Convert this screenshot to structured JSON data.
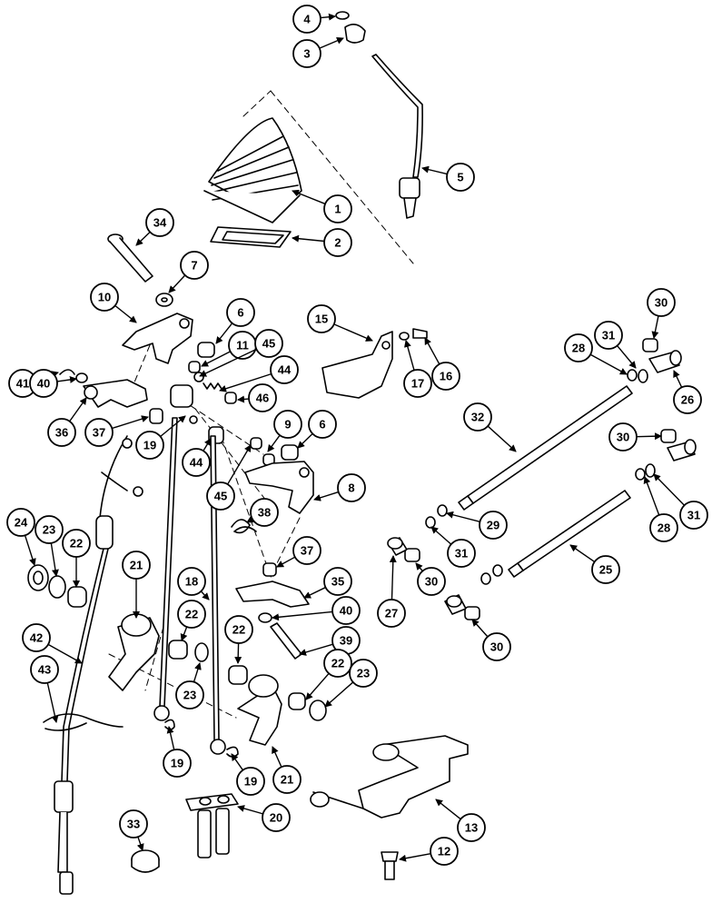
{
  "diagram": {
    "callout_labels": {
      "c1": "1",
      "c2": "2",
      "c3": "3",
      "c4": "4",
      "c5": "5",
      "c6a": "6",
      "c6b": "6",
      "c7": "7",
      "c8": "8",
      "c9": "9",
      "c10": "10",
      "c11": "11",
      "c12": "12",
      "c13": "13",
      "c15": "15",
      "c16": "16",
      "c17": "17",
      "c18": "18",
      "c19a": "19",
      "c19b": "19",
      "c19c": "19",
      "c20": "20",
      "c21a": "21",
      "c21b": "21",
      "c22a": "22",
      "c22b": "22",
      "c22c": "22",
      "c22d": "22",
      "c23a": "23",
      "c23b": "23",
      "c23c": "23",
      "c24": "24",
      "c25": "25",
      "c26": "26",
      "c27": "27",
      "c28a": "28",
      "c28b": "28",
      "c29": "29",
      "c30a": "30",
      "c30b": "30",
      "c30c": "30",
      "c30d": "30",
      "c31a": "31",
      "c31b": "31",
      "c31c": "31",
      "c32": "32",
      "c33": "33",
      "c34": "34",
      "c35": "35",
      "c36": "36",
      "c37a": "37",
      "c37b": "37",
      "c38": "38",
      "c39": "39",
      "c40a": "40",
      "c40b": "40",
      "c41": "41",
      "c42": "42",
      "c43": "43",
      "c44a": "44",
      "c44b": "44",
      "c45a": "45",
      "c45b": "45",
      "c46": "46"
    }
  }
}
